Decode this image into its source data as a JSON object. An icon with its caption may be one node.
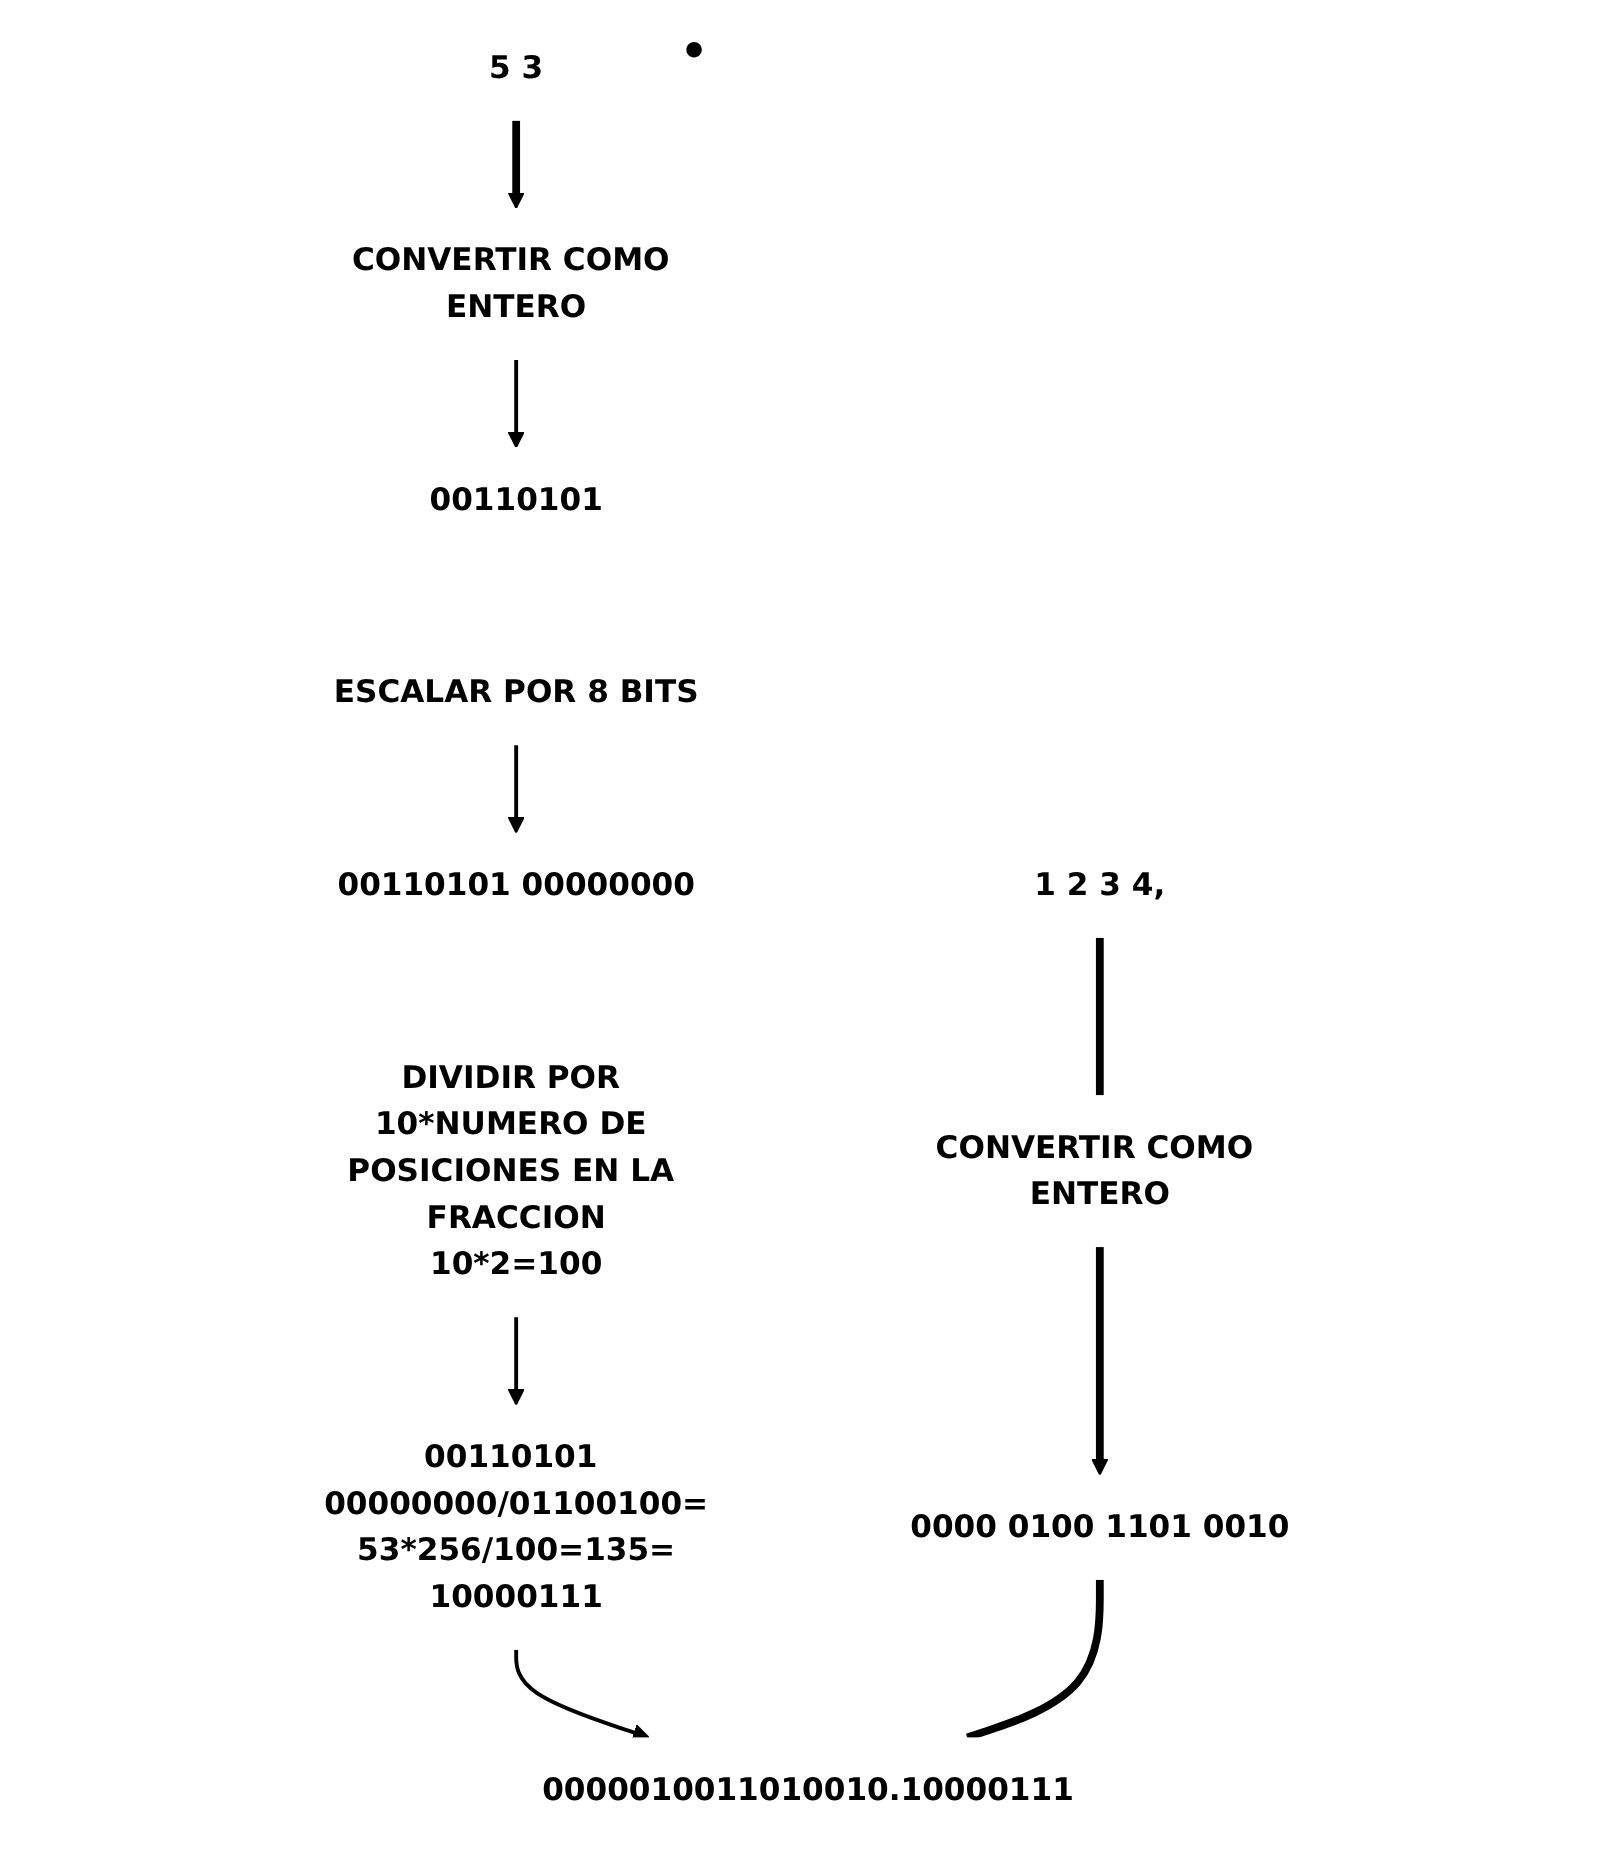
{
  "diagram": {
    "nodes": [
      {
        "text": [
          "1 2 3 4,"
        ]
      },
      {
        "text": [
          "5 3"
        ]
      },
      {
        "text": [
          "CONVERTIR COMO ENTERO"
        ]
      },
      {
        "text": [
          "0000 0100 1101 0010"
        ]
      },
      {
        "text": [
          "CONVERTIR COMO ENTERO"
        ]
      },
      {
        "text": [
          "00110101"
        ]
      },
      {
        "text": [
          "ESCALAR POR 8 BITS"
        ]
      },
      {
        "text": [
          "00110101 00000000"
        ]
      },
      {
        "text": [
          "DIVIDIR POR 10*NUMERO DE POSICIONES EN LA FRACCION",
          "10*2=100"
        ]
      },
      {
        "text": [
          "00110101 00000000/01100100=",
          "53*256/100=135=",
          "10000111"
        ]
      },
      {
        "text": [
          "0000010011010010.10000111"
        ]
      }
    ],
    "edges": [
      {
        "from": 0,
        "to": 2,
        "arrow": "none",
        "style": "thick"
      },
      {
        "from": 2,
        "to": 3,
        "arrow": "to",
        "style": "thick"
      },
      {
        "from": 1,
        "to": 4,
        "arrow": "to",
        "style": "thick"
      },
      {
        "from": 4,
        "to": 5,
        "arrow": "to"
      },
      {
        "from": 6,
        "to": 7,
        "arrow": "to"
      },
      {
        "from": 8,
        "to": 9,
        "arrow": "to"
      },
      {
        "from": 9,
        "to": 10,
        "arrow": "to"
      },
      {
        "from": 3,
        "to": 10,
        "arrow": "none",
        "style": "thick"
      }
    ],
    "labels": [
      "•"
    ]
  }
}
